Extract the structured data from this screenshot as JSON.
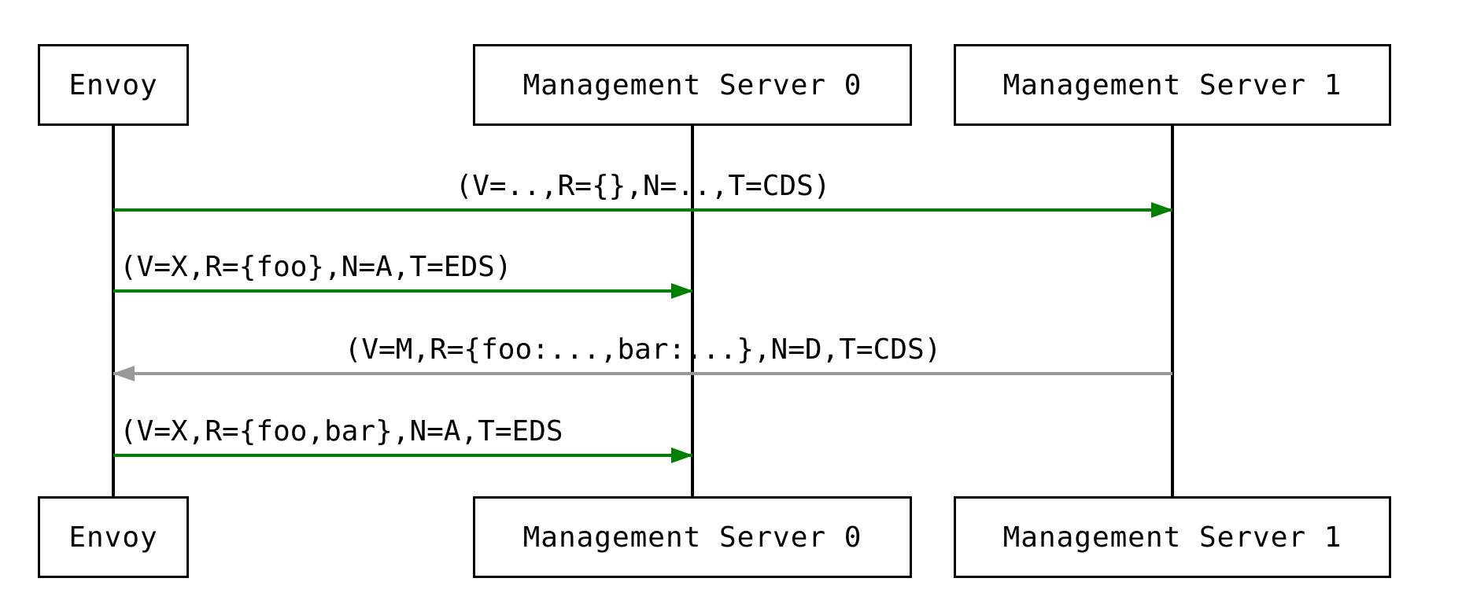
{
  "diagram": {
    "type": "sequence-diagram",
    "participants": [
      {
        "id": "envoy",
        "label": "Envoy"
      },
      {
        "id": "ms0",
        "label": "Management Server 0"
      },
      {
        "id": "ms1",
        "label": "Management Server 1"
      }
    ],
    "messages": [
      {
        "from": "envoy",
        "to": "ms1",
        "label": "(V=..,R={},N=..,T=CDS)",
        "color": "green",
        "direction": "right"
      },
      {
        "from": "envoy",
        "to": "ms0",
        "label": "(V=X,R={foo},N=A,T=EDS)",
        "color": "green",
        "direction": "right"
      },
      {
        "from": "ms1",
        "to": "envoy",
        "label": "(V=M,R={foo:...,bar:...},N=D,T=CDS)",
        "color": "gray",
        "direction": "left"
      },
      {
        "from": "envoy",
        "to": "ms0",
        "label": "(V=X,R={foo,bar},N=A,T=EDS",
        "color": "green",
        "direction": "right"
      }
    ],
    "colors": {
      "green": "#008000",
      "gray": "#999999",
      "line": "#000000"
    }
  }
}
